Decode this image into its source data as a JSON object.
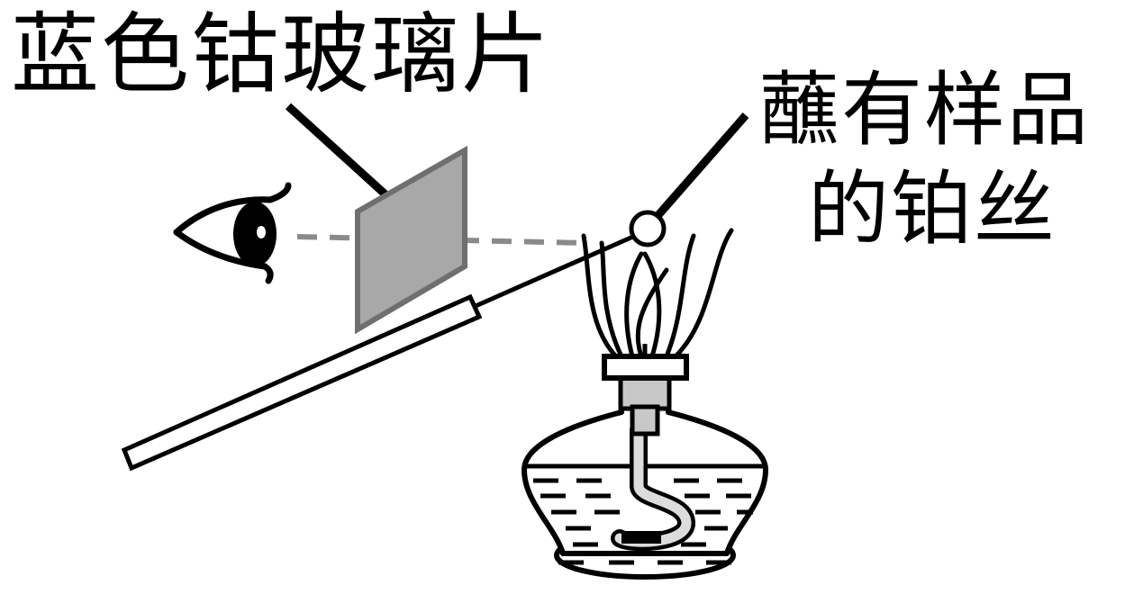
{
  "labels": {
    "cobalt_glass": "蓝色钴玻璃片",
    "platinum_wire_line1": "蘸有样品",
    "platinum_wire_line2": "的铂丝"
  },
  "colors": {
    "ink": "#000000",
    "glass_fill": "#a8a8a8",
    "glass_edge": "#6f6f6f",
    "sight_line": "#8a8a8a",
    "neck_fill": "#c8c8c8",
    "wick_fill": "#dcdcdc"
  },
  "icons": {
    "observer": "eye-icon",
    "filter": "cobalt-glass-icon",
    "tool": "platinum-wire-icon",
    "burner": "alcohol-lamp-icon"
  }
}
